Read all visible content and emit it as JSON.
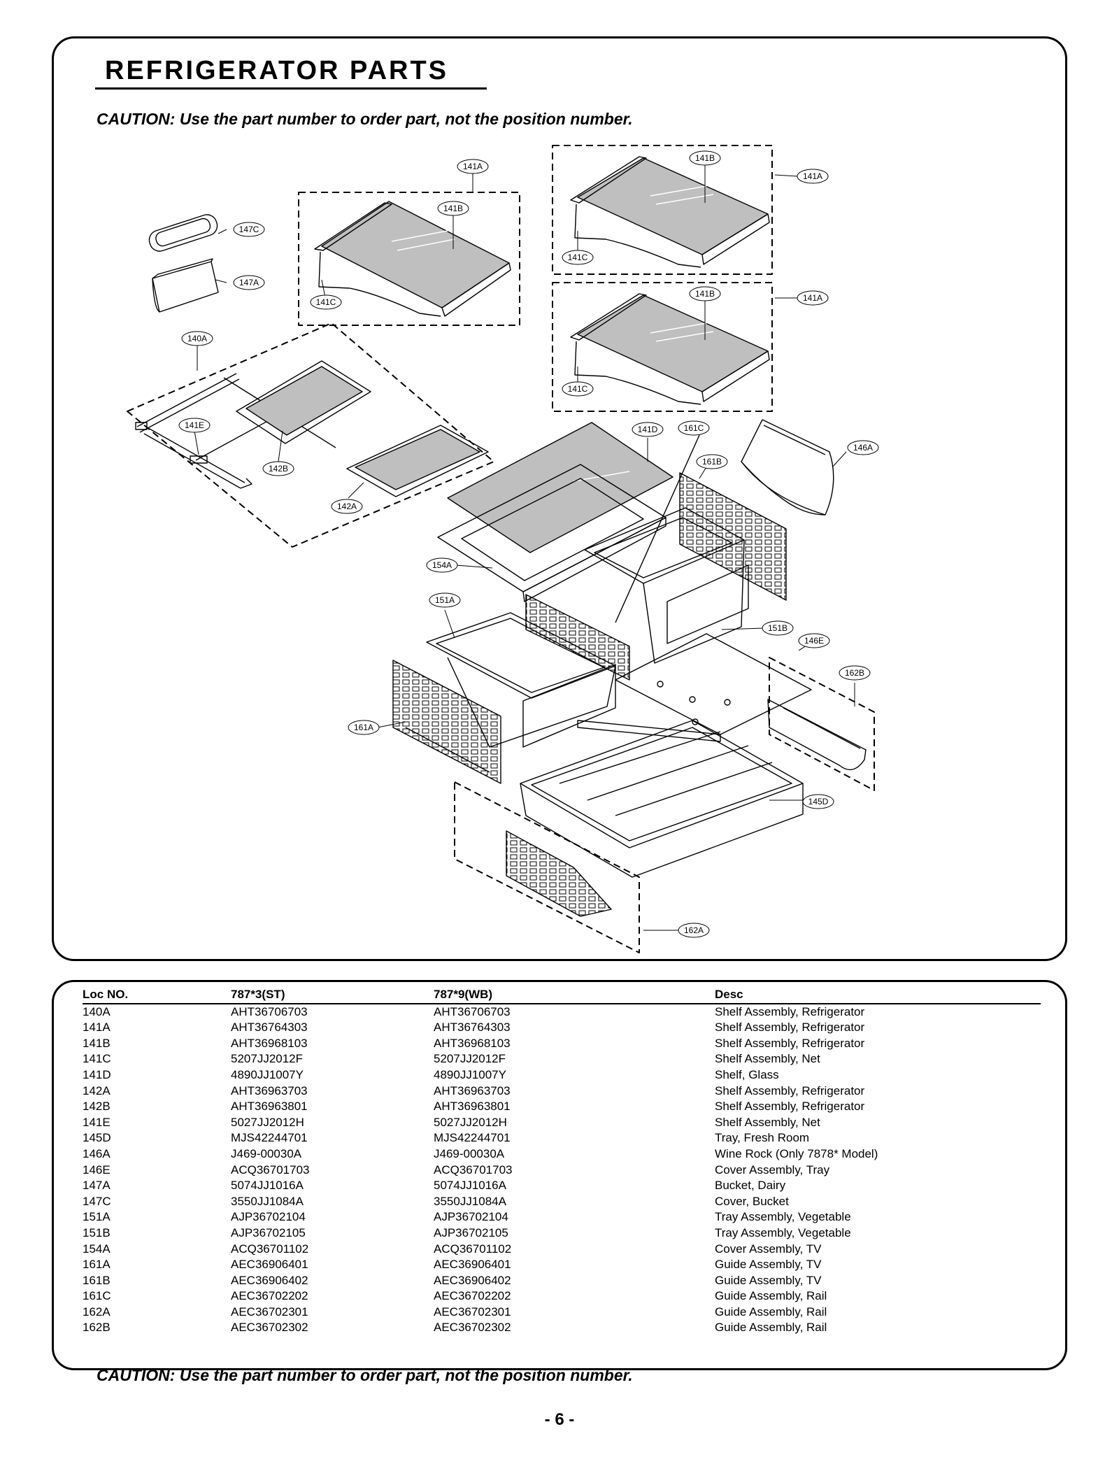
{
  "title": "REFRIGERATOR PARTS",
  "caution": "CAUTION: Use the part number to order part, not the position number.",
  "page_number": "- 6 -",
  "table": {
    "headers": [
      "Loc NO.",
      "787*3(ST)",
      "787*9(WB)",
      "Desc"
    ],
    "rows": [
      [
        "140A",
        "AHT36706703",
        "AHT36706703",
        "Shelf Assembly, Refrigerator"
      ],
      [
        "141A",
        "AHT36764303",
        "AHT36764303",
        "Shelf Assembly, Refrigerator"
      ],
      [
        "141B",
        "AHT36968103",
        "AHT36968103",
        "Shelf Assembly, Refrigerator"
      ],
      [
        "141C",
        "5207JJ2012F",
        "5207JJ2012F",
        "Shelf Assembly, Net"
      ],
      [
        "141D",
        "4890JJ1007Y",
        "4890JJ1007Y",
        "Shelf, Glass"
      ],
      [
        "142A",
        "AHT36963703",
        "AHT36963703",
        "Shelf Assembly, Refrigerator"
      ],
      [
        "142B",
        "AHT36963801",
        "AHT36963801",
        "Shelf Assembly, Refrigerator"
      ],
      [
        "141E",
        "5027JJ2012H",
        "5027JJ2012H",
        "Shelf Assembly, Net"
      ],
      [
        "145D",
        "MJS42244701",
        "MJS42244701",
        "Tray, Fresh Room"
      ],
      [
        "146A",
        "J469-00030A",
        "J469-00030A",
        "Wine Rock (Only 7878* Model)"
      ],
      [
        "146E",
        "ACQ36701703",
        "ACQ36701703",
        "Cover Assembly, Tray"
      ],
      [
        "147A",
        "5074JJ1016A",
        "5074JJ1016A",
        "Bucket, Dairy"
      ],
      [
        "147C",
        "3550JJ1084A",
        "3550JJ1084A",
        "Cover, Bucket"
      ],
      [
        "151A",
        "AJP36702104",
        "AJP36702104",
        "Tray Assembly, Vegetable"
      ],
      [
        "151B",
        "AJP36702105",
        "AJP36702105",
        "Tray Assembly, Vegetable"
      ],
      [
        "154A",
        "ACQ36701102",
        "ACQ36701102",
        "Cover Assembly, TV"
      ],
      [
        "161A",
        "AEC36906401",
        "AEC36906401",
        "Guide Assembly, TV"
      ],
      [
        "161B",
        "AEC36906402",
        "AEC36906402",
        "Guide Assembly, TV"
      ],
      [
        "161C",
        "AEC36702202",
        "AEC36702202",
        "Guide Assembly, Rail"
      ],
      [
        "162A",
        "AEC36702301",
        "AEC36702301",
        "Guide Assembly, Rail"
      ],
      [
        "162B",
        "AEC36702302",
        "AEC36702302",
        "Guide Assembly, Rail"
      ]
    ]
  },
  "callouts": {
    "c141A_1": "141A",
    "c141B_1": "141B",
    "c141C_1": "141C",
    "c141B_2": "141B",
    "c141A_2": "141A",
    "c141C_2": "141C",
    "c141B_3": "141B",
    "c141A_3": "141A",
    "c141C_3": "141C",
    "c147C": "147C",
    "c147A": "147A",
    "c140A": "140A",
    "c141E": "141E",
    "c142B": "142B",
    "c142A": "142A",
    "c141D": "141D",
    "c161C": "161C",
    "c161B": "161B",
    "c146A": "146A",
    "c154A": "154A",
    "c151A": "151A",
    "c151B": "151B",
    "c146E": "146E",
    "c162B": "162B",
    "c161A": "161A",
    "c145D": "145D",
    "c162A": "162A"
  }
}
